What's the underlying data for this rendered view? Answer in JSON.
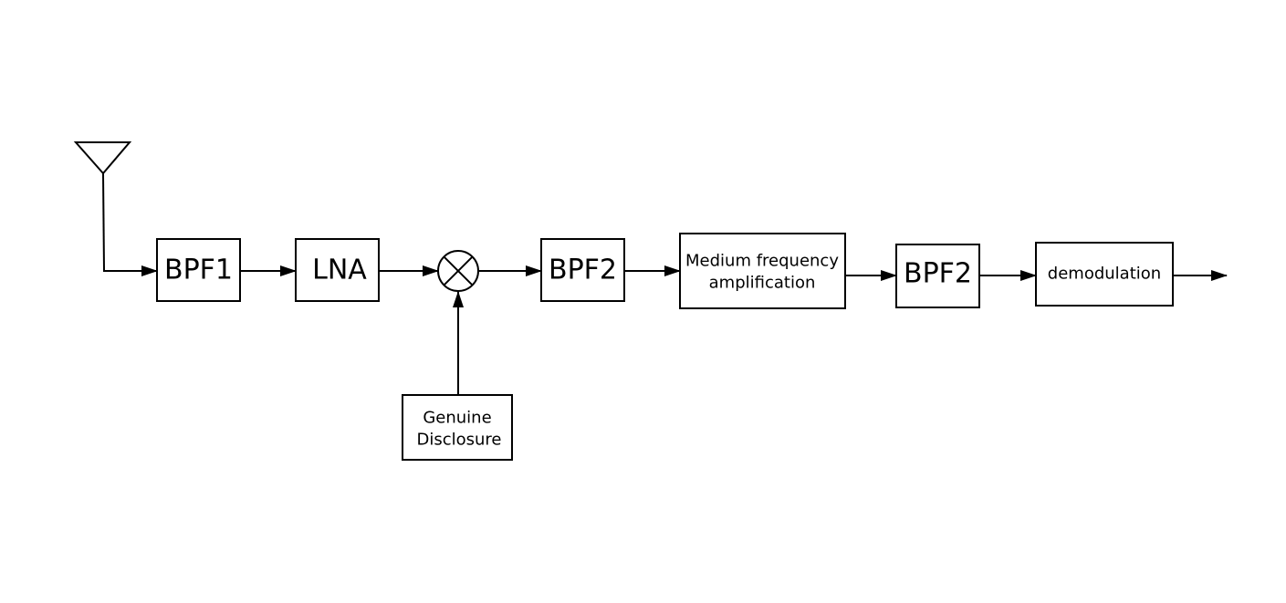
{
  "blocks": {
    "bpf1": {
      "label": "BPF1"
    },
    "lna": {
      "label": "LNA"
    },
    "bpf2_first": {
      "label": "BPF2"
    },
    "medium_frequency": {
      "lines": [
        "Medium frequency",
        "amplification"
      ]
    },
    "bpf2_second": {
      "label": "BPF2"
    },
    "demodulation": {
      "label": "demodulation"
    },
    "local_oscillator": {
      "lines": [
        "Genuine",
        "Disclosure"
      ]
    }
  },
  "colors": {
    "stroke": "#000000",
    "background": "#ffffff"
  },
  "icons": {
    "antenna": "antenna-icon",
    "mixer": "mixer-icon"
  }
}
